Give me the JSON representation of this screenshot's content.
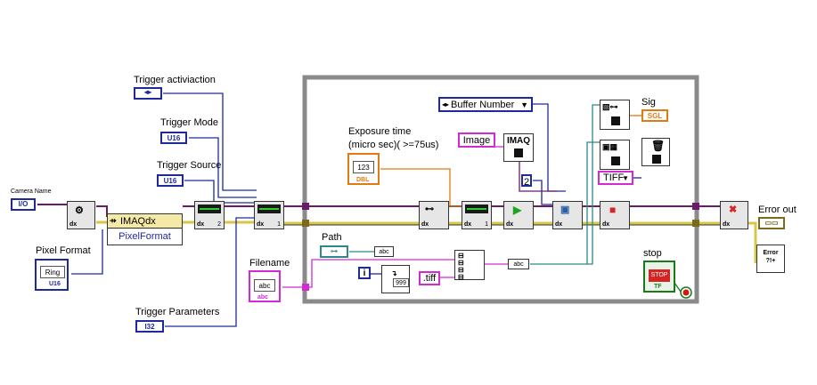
{
  "labels": {
    "camera_name": "Camera Name",
    "pixel_format": "Pixel Format",
    "trigger_activation": "Trigger activiaction",
    "trigger_mode": "Trigger Mode",
    "trigger_source": "Trigger Source",
    "trigger_parameters": "Trigger Parameters",
    "filename": "Filename",
    "exposure_line1": "Exposure time",
    "exposure_line2": "(micro sec)( >=75us)",
    "path": "Path",
    "stop": "stop",
    "sig": "Sig",
    "error_out": "Error out"
  },
  "terminals": {
    "camera_name_type": "I/O",
    "trigger_mode_type": "U16",
    "trigger_source_type": "U16",
    "trigger_parameters_type": "I32",
    "pixel_format_ring": "Ring",
    "pixel_format_type": "U16",
    "exposure_value": "123",
    "exposure_type": "DBL",
    "filename_value": "abc",
    "filename_type": "abc",
    "stop_button": "STOP",
    "stop_type": "TF",
    "sig_type": "SGL",
    "error_out_text": "Error ?!+"
  },
  "nodes": {
    "property_node_title": "IMAQdx",
    "property_node_item": "PixelFormat",
    "buffer_number": "Buffer Number",
    "image_const": "Image",
    "imaq_label": "IMAQ",
    "const_two": "2",
    "tiff_enum": "TIFF",
    "tiff_ext": ".tiff",
    "iter_i": "i",
    "format_digits": "999",
    "dx": "dx",
    "num_one": "1",
    "num_two": "2",
    "abc": "abc"
  }
}
